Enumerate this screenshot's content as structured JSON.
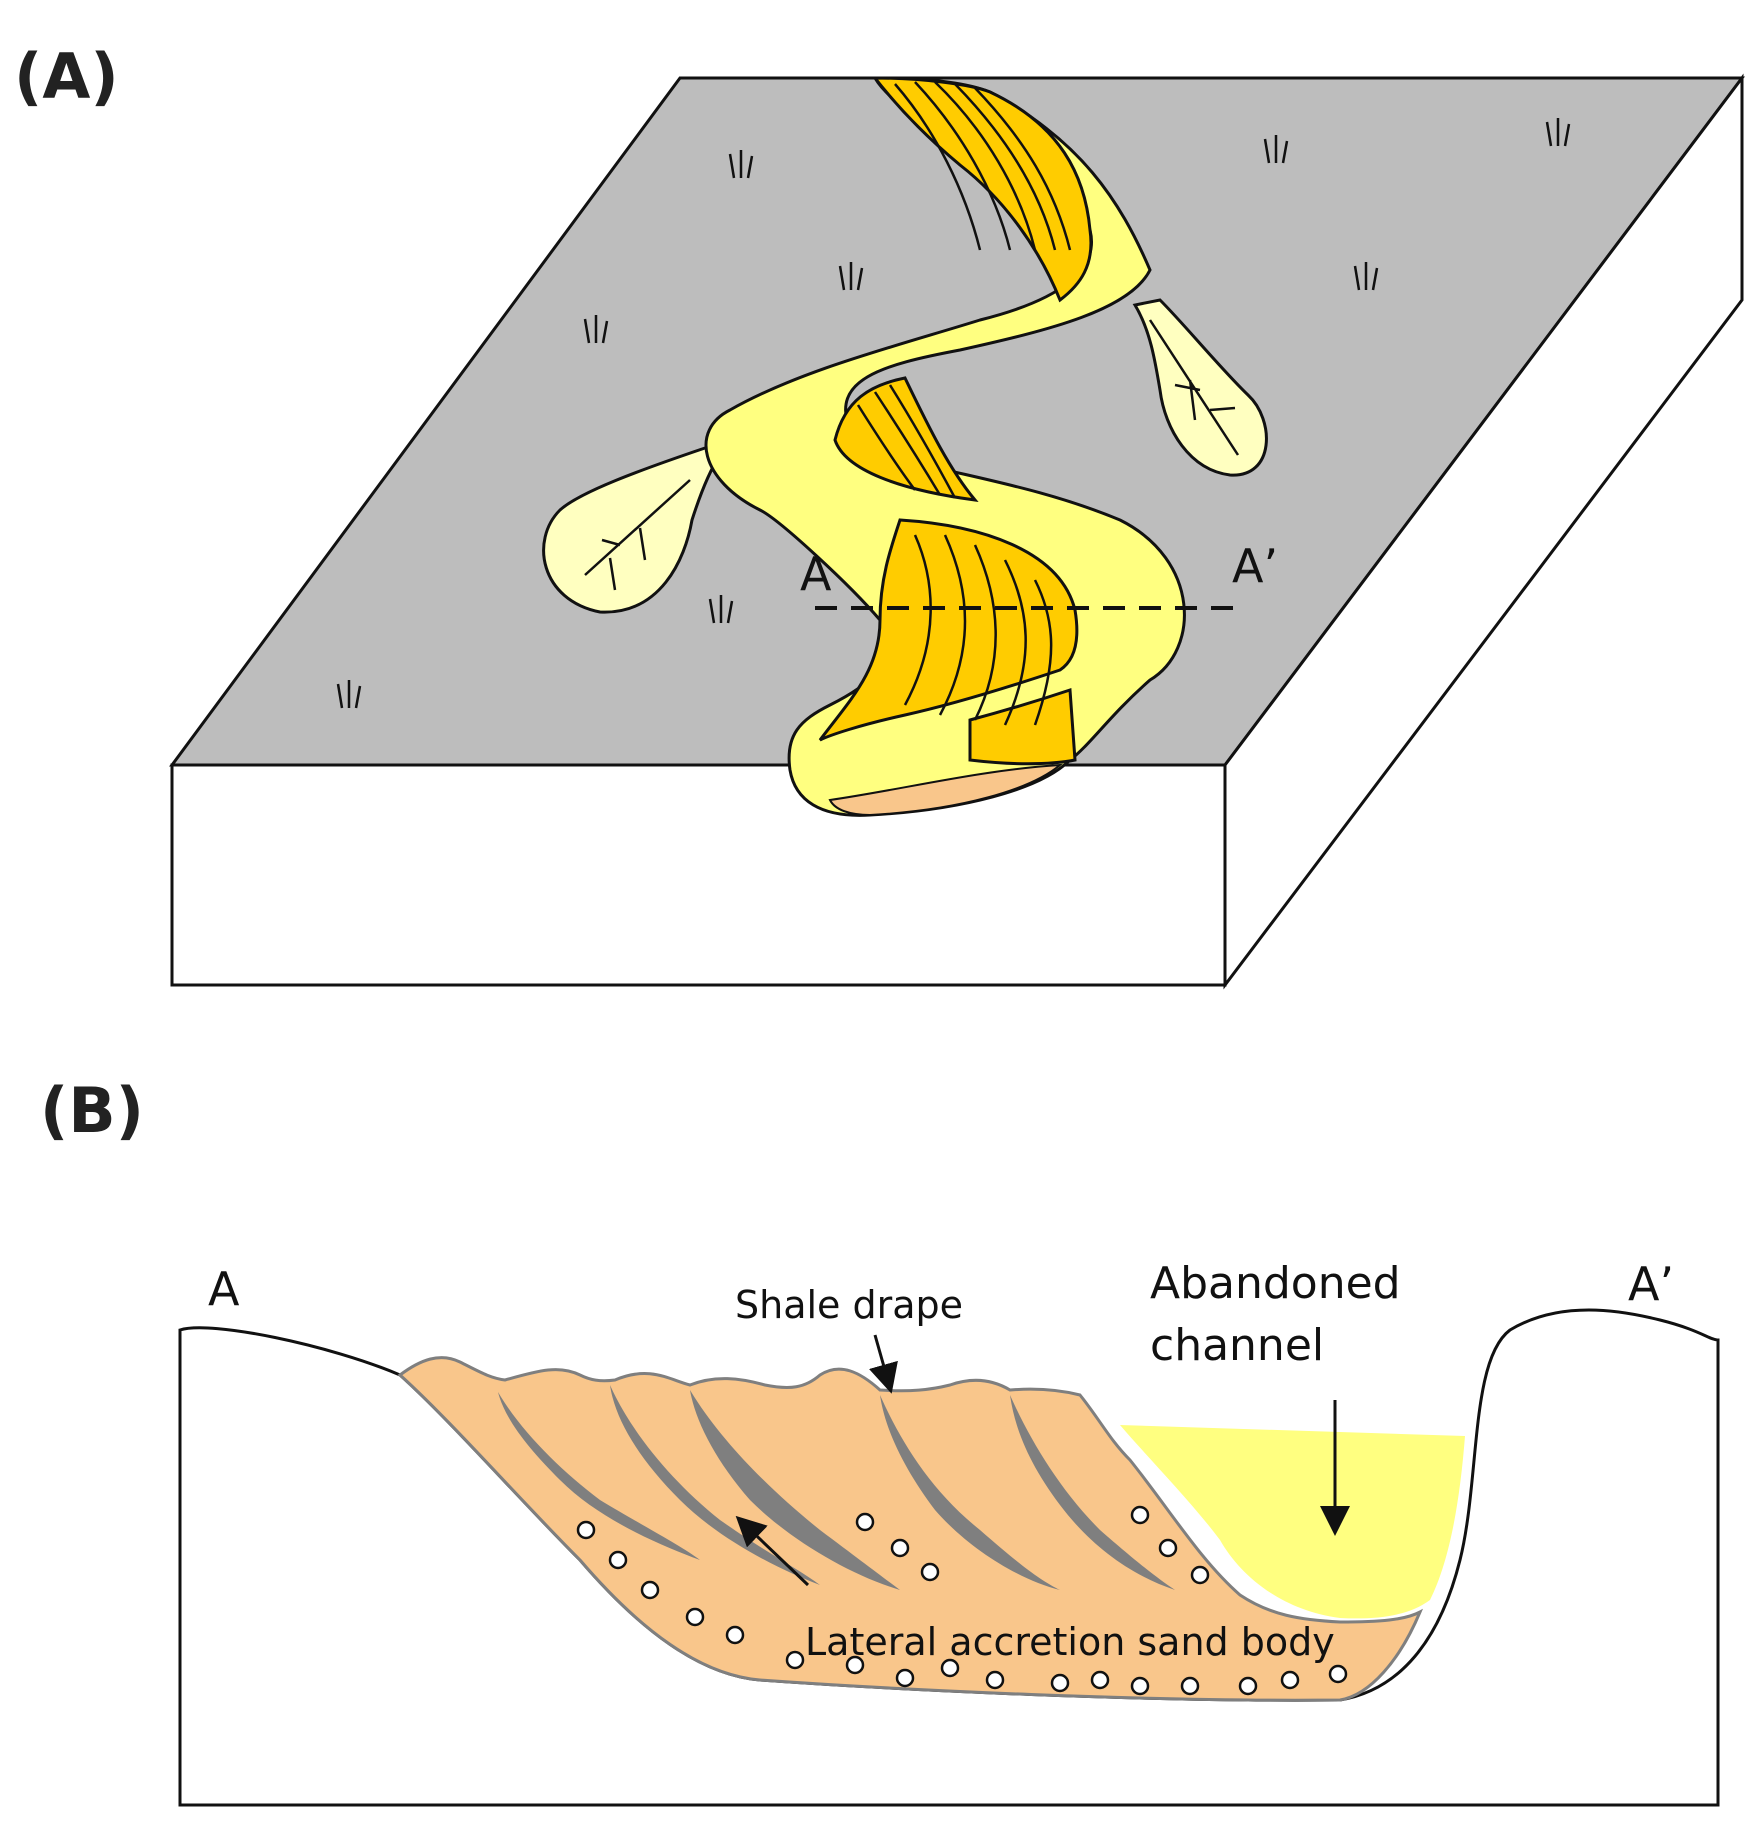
{
  "panels": {
    "a": {
      "label": "(A)",
      "section_start": "A",
      "section_end": "A’"
    },
    "b": {
      "label": "(B)",
      "section_start": "A",
      "section_end": "A’",
      "annotations": {
        "shale_drape": "Shale drape",
        "abandoned_line1": "Abandoned",
        "abandoned_line2": "channel",
        "sand_body": "Lateral accretion sand body"
      }
    }
  },
  "colors": {
    "floodplain": "#bdbdbd",
    "block_side": "#ffffff",
    "channel_fill": "#ffff80",
    "point_bar": "#ffcc00",
    "crevasse_splay": "#ffffc0",
    "sand_body": "#f9c68b",
    "shale": "#7f7f7f",
    "outline": "#111111"
  },
  "icons": [
    "grass-tuft-icon",
    "arrow-icon",
    "pebble-icon"
  ]
}
